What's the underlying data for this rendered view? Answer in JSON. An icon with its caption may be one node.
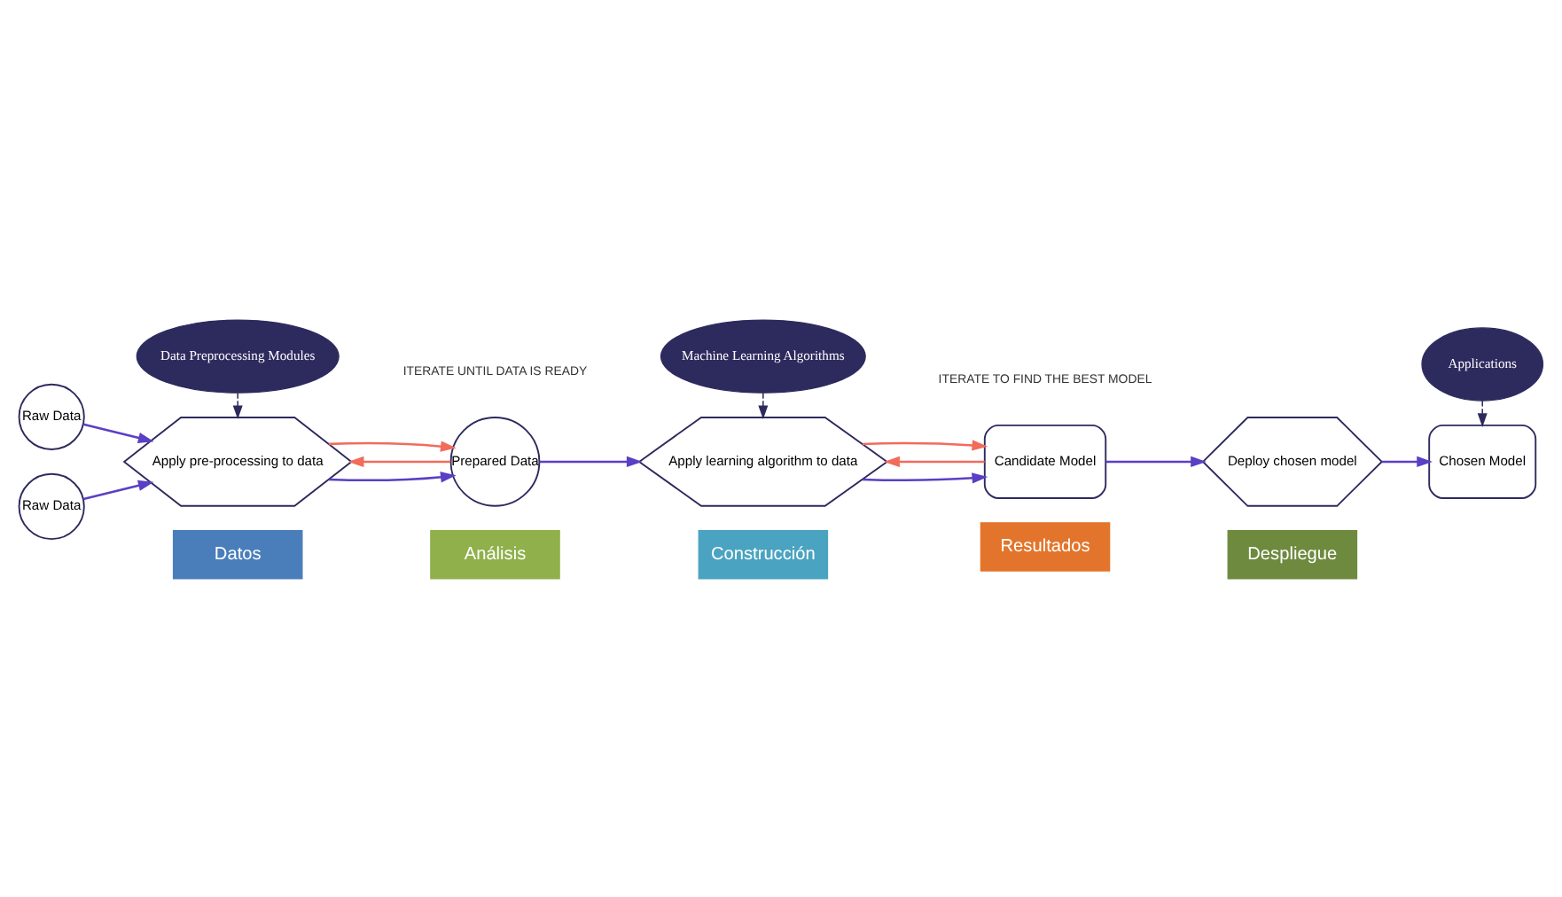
{
  "diagram": {
    "nodes": [
      {
        "text": [
          "Datos"
        ]
      },
      {
        "text": [
          "Análisis"
        ]
      },
      {
        "text": [
          "Construcción"
        ]
      },
      {
        "text": [
          "Resultados"
        ]
      },
      {
        "text": [
          "Despliegue"
        ]
      },
      {
        "text": [
          "Raw Data"
        ]
      },
      {
        "text": [
          "Raw Data"
        ]
      },
      {
        "text": [
          "Apply pre-processing to data"
        ]
      },
      {
        "text": [
          "Prepared Data"
        ]
      },
      {
        "text": [
          "Apply learning algorithm to data"
        ]
      },
      {
        "text": [
          "Candidate Model"
        ]
      },
      {
        "text": [
          "Deploy chosen model"
        ]
      },
      {
        "text": [
          "Chosen Model"
        ]
      },
      {
        "text": [
          "Data Preprocessing Modules"
        ]
      },
      {
        "text": [
          "Machine Learning Algorithms"
        ]
      },
      {
        "text": [
          "Applications"
        ]
      }
    ],
    "edges": [
      {
        "from": 5,
        "to": 7,
        "arrow": "to"
      },
      {
        "from": 6,
        "to": 7,
        "arrow": "to"
      },
      {
        "from": 7,
        "to": 8,
        "arrow": "to"
      },
      {
        "from": 8,
        "to": 9,
        "arrow": "to"
      },
      {
        "from": 9,
        "to": 10,
        "arrow": "to"
      },
      {
        "from": 10,
        "to": 11,
        "arrow": "to"
      },
      {
        "from": 11,
        "to": 12,
        "arrow": "to"
      },
      {
        "from": 8,
        "to": 7,
        "arrow": "to",
        "color": "#f26b5b"
      },
      {
        "from": 7,
        "to": 8,
        "arrow": "to",
        "color": "#f26b5b"
      },
      {
        "from": 10,
        "to": 9,
        "arrow": "to",
        "color": "#f26b5b"
      },
      {
        "from": 9,
        "to": 10,
        "arrow": "to",
        "color": "#f26b5b"
      },
      {
        "from": 13,
        "to": 7,
        "arrow": "to",
        "style": "dashed",
        "color": "#2d2a5e"
      },
      {
        "from": 14,
        "to": 9,
        "arrow": "to",
        "style": "dashed",
        "color": "#2d2a5e"
      },
      {
        "from": 15,
        "to": 12,
        "arrow": "to",
        "style": "dashed",
        "color": "#2d2a5e"
      }
    ],
    "labels": [
      "ITERATE UNTIL DATA IS READY",
      "ITERATE TO FIND THE BEST MODEL"
    ]
  }
}
